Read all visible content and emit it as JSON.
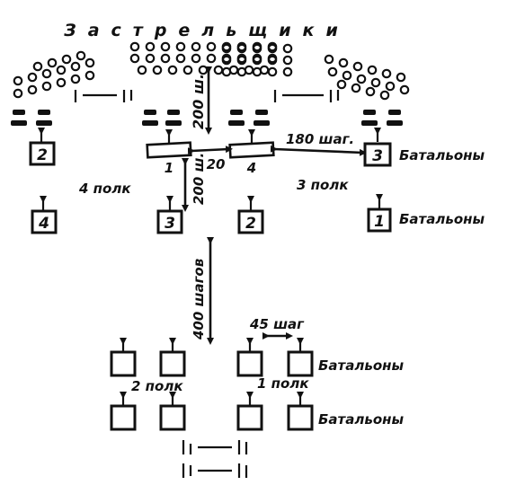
{
  "skirmishers_label": "Застрельщики",
  "distances": {
    "first_gap": "200 ш.",
    "second_gap": "200 ш.",
    "side_gap": "180 шаг.",
    "small_gap": "20",
    "rear_gap": "400 шагов",
    "battalion_gap": "45 шаг"
  },
  "regiments": {
    "left": "4 полк",
    "right": "3 полк",
    "rear_left": "2 полк",
    "rear_right": "1 полк"
  },
  "battalion_word": "Батальоны",
  "front_row_numbers": [
    "2",
    "1",
    "4",
    "3"
  ],
  "second_row_numbers": [
    "4",
    "3",
    "2",
    "1"
  ]
}
